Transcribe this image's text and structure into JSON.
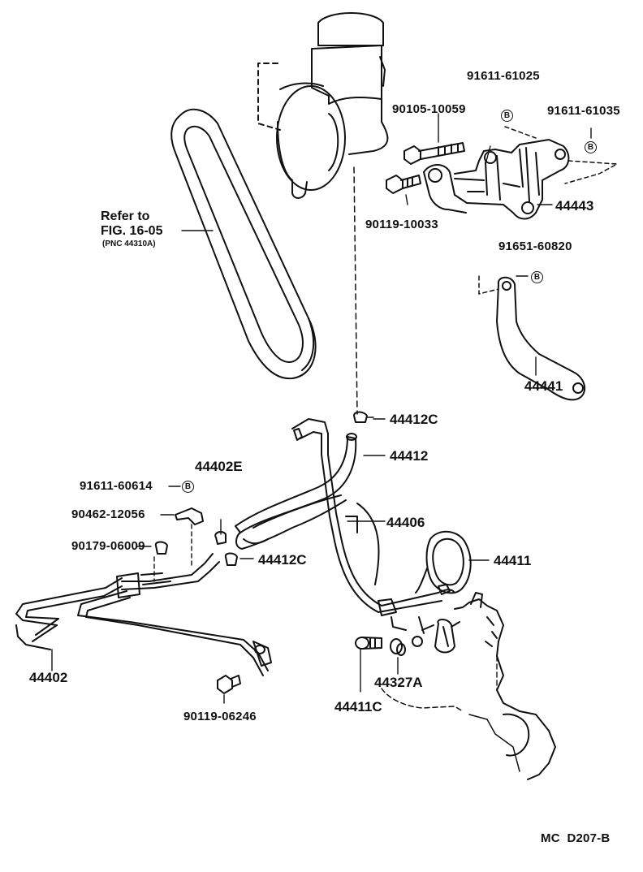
{
  "refer_note": {
    "line1": "Refer to",
    "line2": "FIG. 16-05",
    "line3": "(PNC 44310A)"
  },
  "parts": {
    "p91611_61025": "91611-61025",
    "p90105_10059": "90105-10059",
    "p91611_61035": "91611-61035",
    "p90119_10033": "90119-10033",
    "p44443": "44443",
    "p91651_60820": "91651-60820",
    "p44441": "44441",
    "p44412C_top": "44412C",
    "p44412": "44412",
    "p44402E": "44402E",
    "p91611_60614": "91611-60614",
    "p90462_12056": "90462-12056",
    "p44406": "44406",
    "p90179_06009": "90179-06009",
    "p44412C_low": "44412C",
    "p44411": "44411",
    "p44402": "44402",
    "p44327A": "44327A",
    "p90119_06246": "90119-06246",
    "p44411C": "44411C"
  },
  "badge_letter": "B",
  "footer_code": "MC  D207-B"
}
